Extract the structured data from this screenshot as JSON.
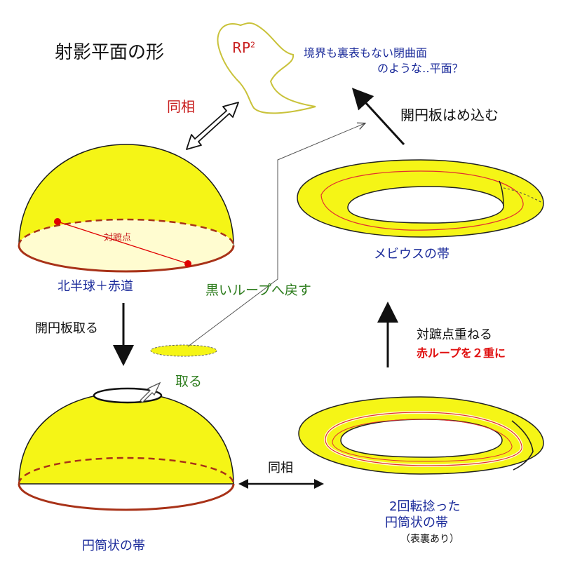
{
  "title": "射影平面の形",
  "rp2": {
    "base": "RP",
    "exponent": "2"
  },
  "description": {
    "line1": "境界も裏表もない閉曲面",
    "line2": "のような‥平面？"
  },
  "labels": {
    "homeomorphic_top": "同相",
    "insert_disk": "開円板はめ込む",
    "antipodal_points": "対蹠点",
    "moebius_band": "メビウスの帯",
    "north_hemisphere": "北半球＋赤道",
    "return_to_black_loop": "黒いループへ戻す",
    "remove_open_disk": "開円板取る",
    "overlap_antipodal": "対蹠点重ねる",
    "double_red_loop": "赤ループを２重に",
    "remove": "取る",
    "homeomorphic_bottom": "同相",
    "double_twisted_line1": "2回転捻った",
    "double_twisted_line2": "円筒状の帯",
    "has_two_sides": "（表裏あり）",
    "cylinder_band": "円筒状の帯"
  },
  "colors": {
    "surface_yellow": "#f5f516",
    "rim_fill": "#fffcd0",
    "equator_red": "#a83218",
    "point_red": "#e00000",
    "label_blue": "#1a2a9a",
    "label_red": "#c81e1e",
    "label_green": "#2e7d1e",
    "rp2_outline": "#c9c23a"
  }
}
